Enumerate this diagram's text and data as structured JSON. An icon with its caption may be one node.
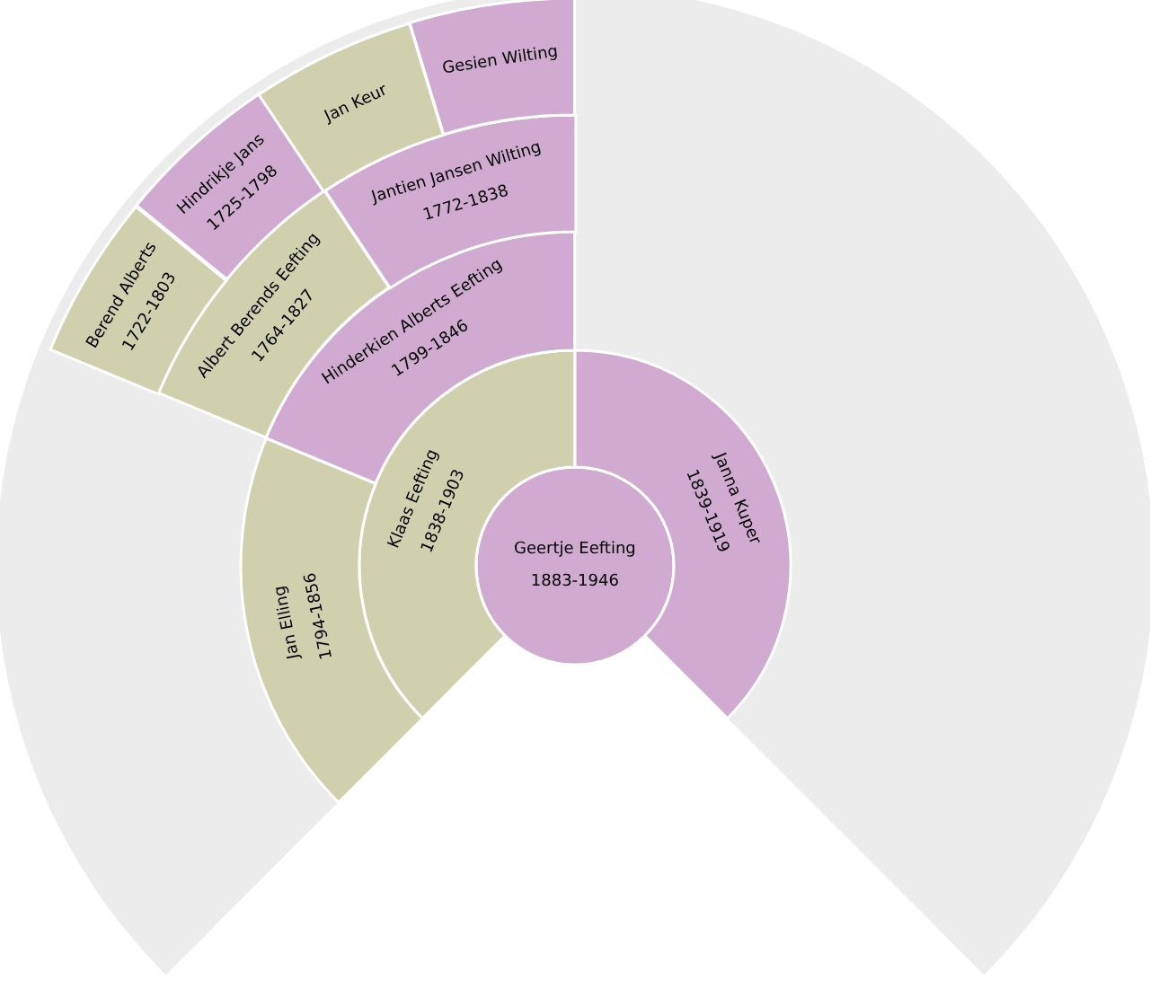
{
  "diagram": {
    "nodes": [
      {
        "text": [
          "Geertje Eefting",
          "1883-1946"
        ]
      },
      {
        "text": [
          "Klaas Eefting",
          "1838-1903"
        ]
      },
      {
        "text": [
          "Janna Kuper",
          "1839-1919"
        ]
      },
      {
        "text": [
          "Jan Elling",
          "1794-1856"
        ]
      },
      {
        "text": [
          "Hinderkien Alberts Eefting",
          "1799-1846"
        ]
      },
      {
        "text": [
          "Albert Berends Eefting",
          "1764-1827"
        ]
      },
      {
        "text": [
          "Jantien Jansen Wilting",
          "1772-1838"
        ]
      },
      {
        "text": [
          "Berend Alberts",
          "1722-1803"
        ]
      },
      {
        "text": [
          "Hindrikje Jans",
          "1725-1798"
        ]
      },
      {
        "text": [
          "Jan Keur"
        ]
      },
      {
        "text": [
          "Gesien Wilting"
        ]
      }
    ]
  }
}
